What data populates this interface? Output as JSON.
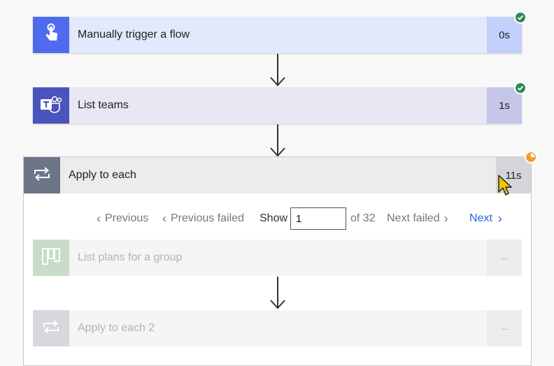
{
  "steps": [
    {
      "title": "Manually trigger a flow",
      "duration": "0s",
      "status": "succeeded"
    },
    {
      "title": "List teams",
      "duration": "1s",
      "status": "succeeded"
    }
  ],
  "loop": {
    "title": "Apply to each",
    "duration": "11s",
    "status": "running",
    "pager": {
      "previous_label": "Previous",
      "previous_failed_label": "Previous failed",
      "show_label": "Show",
      "current_value": "1",
      "of_label": "of 32",
      "next_failed_label": "Next failed",
      "next_label": "Next"
    },
    "children": [
      {
        "title": "List plans for a group",
        "duration": "--"
      },
      {
        "title": "Apply to each 2",
        "duration": "--"
      }
    ]
  },
  "colors": {
    "trigger_accent": "#4f6bed",
    "teams_accent": "#4b53bc",
    "loop_accent": "#6e7589",
    "planner_accent": "#31752f",
    "success": "#2e8b57",
    "running": "#f0a030",
    "link": "#2266e3"
  },
  "icons": {
    "trigger": "hand-tap-icon",
    "teams": "teams-icon",
    "loop": "loop-icon",
    "planner": "planner-icon",
    "check": "check-icon"
  }
}
